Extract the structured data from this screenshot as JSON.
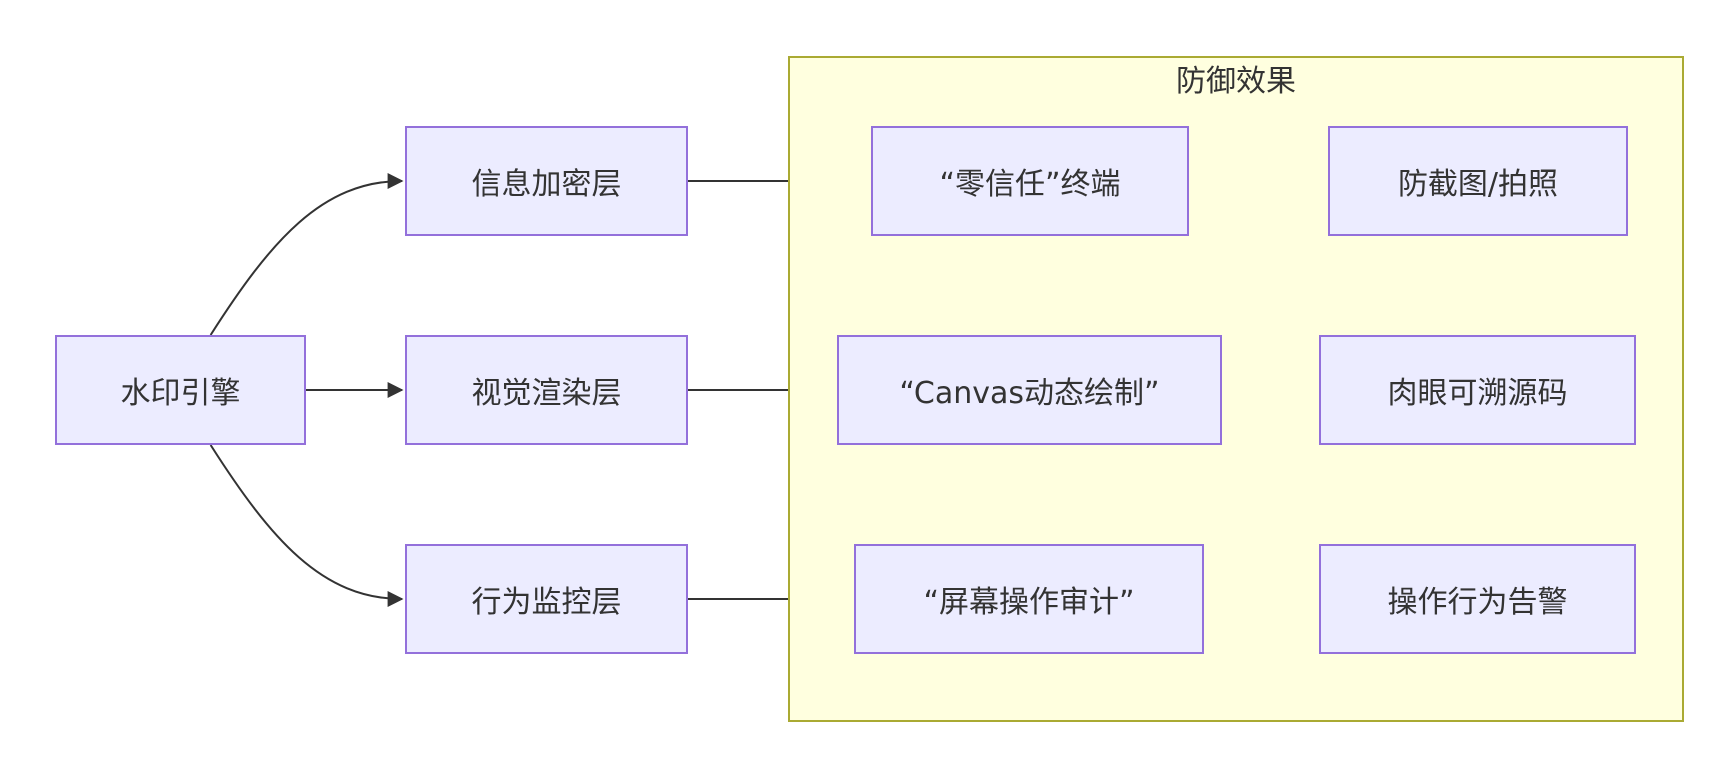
{
  "diagram": {
    "group": {
      "title": "防御效果"
    },
    "nodes": {
      "engine": "水印引擎",
      "enc": "信息加密层",
      "vis": "视觉渲染层",
      "beh": "行为监控层",
      "zt": "“零信任”终端",
      "canvas": "“Canvas动态绘制”",
      "audit": "“屏幕操作审计”",
      "shot": "防截图/拍照",
      "trace": "肉眼可溯源码",
      "alert": "操作行为告警"
    },
    "colors": {
      "node_fill": "#ececff",
      "node_border": "#9370db",
      "group_fill": "#ffffdf",
      "group_border": "#aaaa33",
      "edge": "#333333"
    }
  }
}
